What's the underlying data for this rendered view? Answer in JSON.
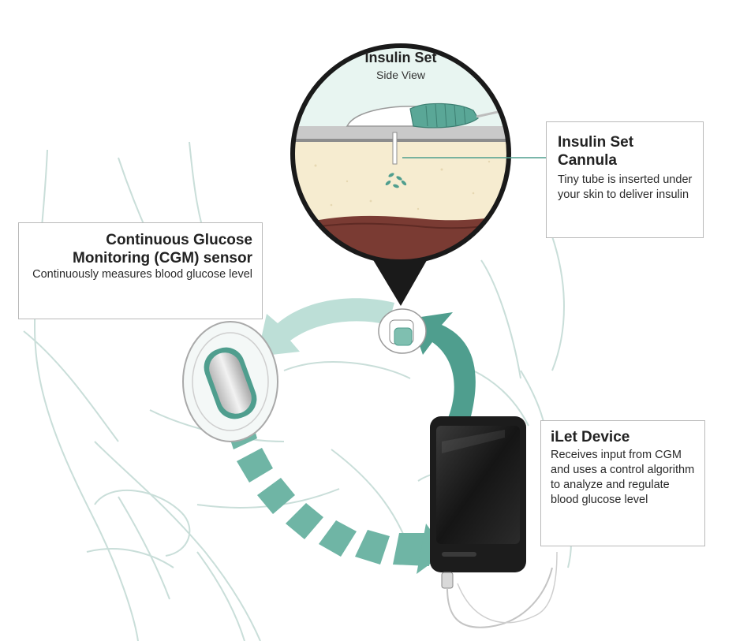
{
  "insulin_set_view": {
    "title": "Insulin Set",
    "subtitle": "Side View"
  },
  "callouts": {
    "cannula": {
      "title": "Insulin Set Cannula",
      "body": "Tiny tube is inserted under your skin to deliver insulin"
    },
    "cgm": {
      "title": "Continuous Glucose Monitoring (CGM) sensor",
      "body": "Continuously measures blood glucose level"
    },
    "ilet": {
      "title": "iLet Device",
      "body": "Receives input from CGM and uses a control algorithm to analyze and regulate blood glucose level"
    }
  },
  "colors": {
    "teal": "#4f9e8e",
    "teal_light": "#a9d6cb",
    "teal_pale": "#d9efe9",
    "line_art": "#c3dcd6",
    "skin_fat": "#f6ecd0",
    "muscle": "#7a3b33",
    "device_body": "#1c1c1c",
    "callout_border": "#b9b9b9"
  }
}
